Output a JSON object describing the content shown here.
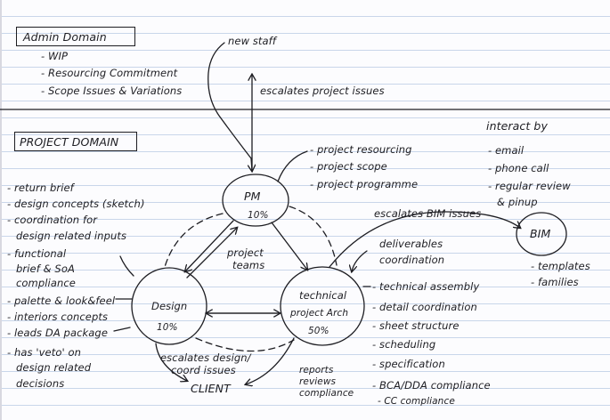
{
  "admin": {
    "title": "Admin Domain",
    "items": [
      "- WIP",
      "- Resourcing Commitment",
      "- Scope Issues & Variations"
    ],
    "new_staff": "new staff",
    "escalates": "escalates project issues"
  },
  "project": {
    "title": "PROJECT DOMAIN",
    "left_items": [
      "- return brief",
      "- design concepts (sketch)",
      "- coordination for",
      "design related inputs",
      "- functional",
      "brief & SoA",
      "compliance",
      "- palette & look&feel",
      "- interiors concepts",
      "- leads DA package",
      "- has 'veto' on",
      "design related",
      "decisions"
    ]
  },
  "pm": {
    "label": "PM",
    "pct": "10%",
    "items": [
      "- project resourcing",
      "- project scope",
      "- project programme"
    ]
  },
  "design": {
    "label": "Design",
    "pct": "10%"
  },
  "technical": {
    "label": "technical",
    "sub": "project Arch",
    "pct": "50%",
    "deliverables": [
      "deliverables",
      "coordination"
    ],
    "items": [
      "- technical assembly",
      "- detail coordination",
      "- sheet structure",
      "- scheduling",
      "- specification",
      "- BCA/DDA compliance",
      "- CC compliance"
    ]
  },
  "teams": [
    "project",
    "teams"
  ],
  "client": {
    "label": "CLIENT",
    "escalates": [
      "escalates design/",
      "coord issues"
    ],
    "reports": [
      "reports",
      "reviews",
      "compliance"
    ]
  },
  "bim": {
    "label": "BIM",
    "escalates": "escalates BIM issues",
    "items": [
      "- templates",
      "- families"
    ]
  },
  "interact": {
    "title": "interact by",
    "items": [
      "- email",
      "- phone call",
      "- regular review",
      "& pinup"
    ]
  },
  "colors": {
    "ink": "#1d1d22",
    "rule": "#c9d6ea",
    "paper": "#fcfcfe"
  }
}
